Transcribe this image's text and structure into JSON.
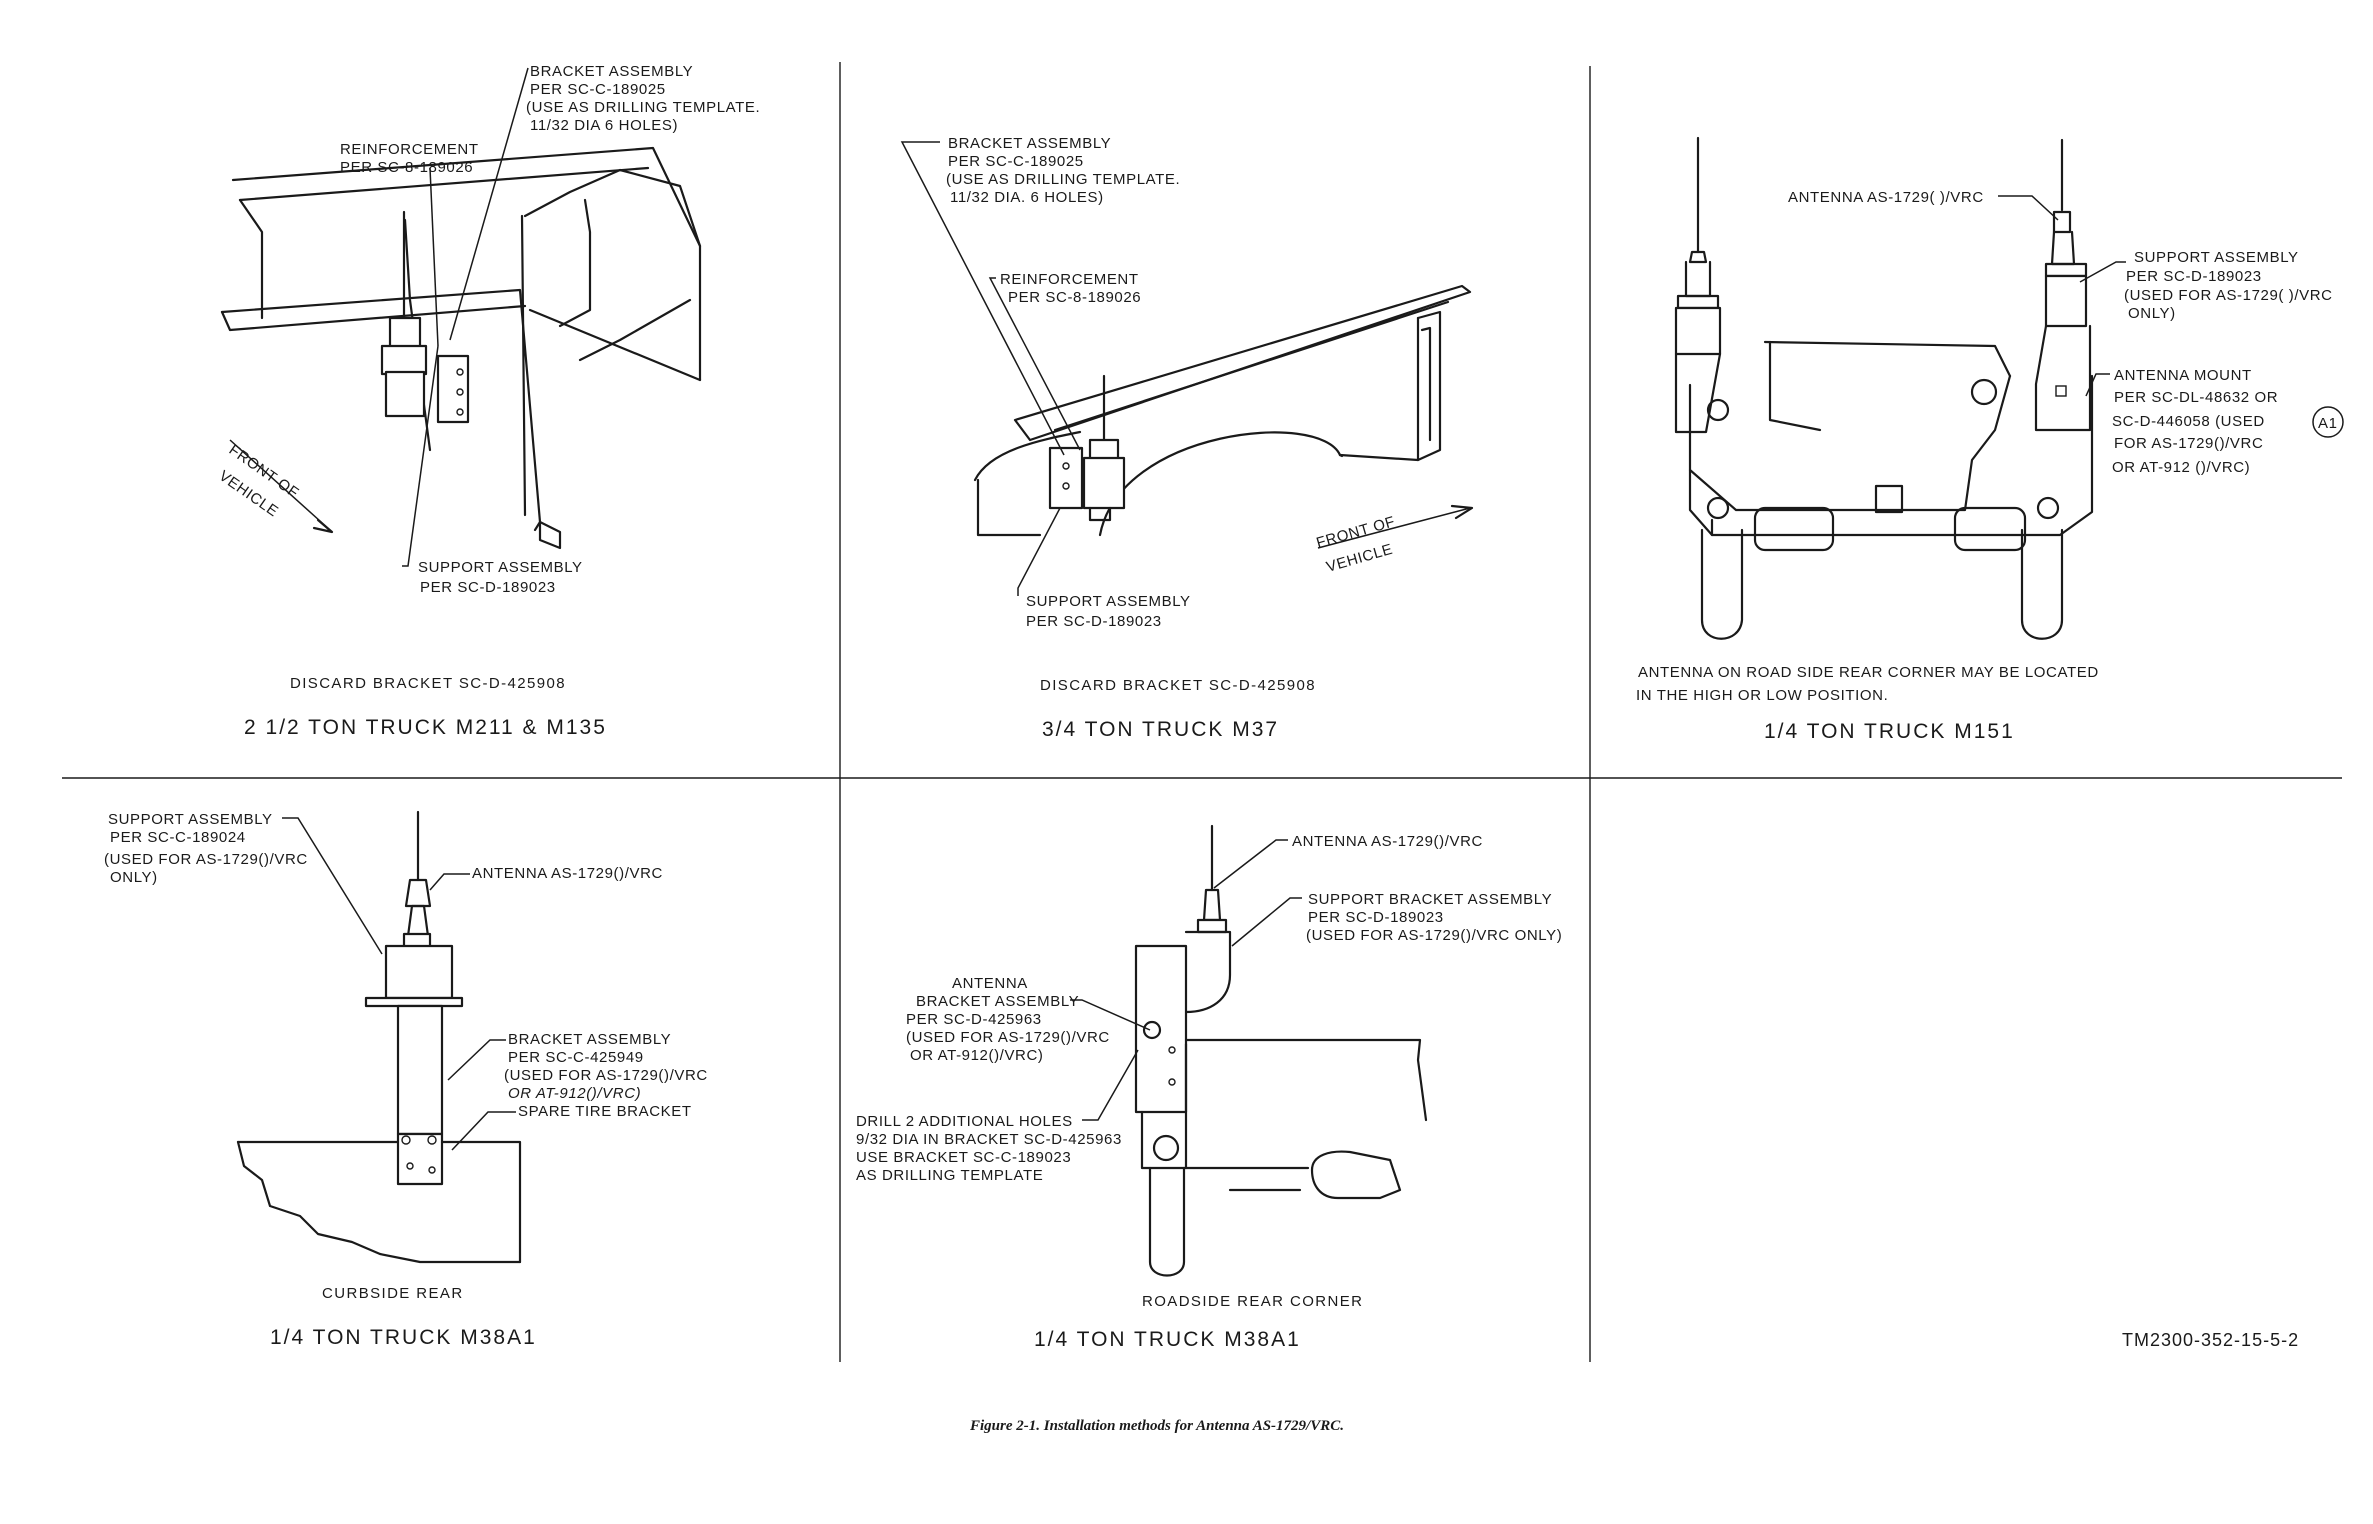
{
  "panels": {
    "p1": {
      "bracket_callout": [
        "BRACKET ASSEMBLY",
        "PER SC-C-189025",
        "(USE AS DRILLING TEMPLATE.",
        "11/32 DIA  6 HOLES)"
      ],
      "reinforcement_callout": [
        "REINFORCEMENT",
        "PER SC-8-189026"
      ],
      "front_label": [
        "FRONT OF",
        "VEHICLE"
      ],
      "support_callout": [
        "SUPPORT ASSEMBLY",
        "PER SC-D-189023"
      ],
      "discard_note": "DISCARD BRACKET SC-D-425908",
      "caption": "2 1/2 TON TRUCK M211 & M135"
    },
    "p2": {
      "bracket_callout": [
        "BRACKET ASSEMBLY",
        "PER SC-C-189025",
        "(USE AS DRILLING TEMPLATE.",
        "11/32 DIA. 6 HOLES)"
      ],
      "reinforcement_callout": [
        "REINFORCEMENT",
        "PER SC-8-189026"
      ],
      "front_label": [
        "FRONT OF",
        "VEHICLE"
      ],
      "support_callout": [
        "SUPPORT ASSEMBLY",
        "PER SC-D-189023"
      ],
      "discard_note": "DISCARD BRACKET SC-D-425908",
      "caption": "3/4 TON TRUCK M37"
    },
    "p3": {
      "antenna_callout": "ANTENNA AS-1729( )/VRC",
      "support_callout": [
        "SUPPORT ASSEMBLY",
        "PER SC-D-189023",
        "(USED FOR AS-1729( )/VRC",
        "ONLY)"
      ],
      "mount_callout": [
        "ANTENNA MOUNT",
        "PER SC-DL-48632 OR",
        "SC-D-446058 (USED",
        "FOR AS-1729()/VRC",
        "OR AT-912 ()/VRC)"
      ],
      "revision_mark": "A1",
      "note": [
        "ANTENNA ON ROAD SIDE REAR CORNER MAY BE LOCATED",
        "IN THE HIGH OR LOW POSITION."
      ],
      "caption": "1/4 TON TRUCK M151"
    },
    "p4": {
      "support_callout": [
        "SUPPORT ASSEMBLY",
        "PER SC-C-189024",
        "(USED FOR AS-1729()/VRC",
        "ONLY)"
      ],
      "antenna_callout": "ANTENNA AS-1729()/VRC",
      "bracket_callout": [
        "BRACKET ASSEMBLY",
        "PER SC-C-425949",
        "(USED FOR AS-1729()/VRC",
        "OR AT-912()/VRC)"
      ],
      "spare_tire_callout": "SPARE TIRE BRACKET",
      "sub_caption": "CURBSIDE  REAR",
      "caption": "1/4 TON TRUCK M38A1"
    },
    "p5": {
      "antenna_callout": "ANTENNA AS-1729()/VRC",
      "support_callout": [
        "SUPPORT BRACKET ASSEMBLY",
        "PER SC-D-189023",
        "(USED FOR AS-1729()/VRC ONLY)"
      ],
      "bracket_callout": [
        "ANTENNA",
        "BRACKET ASSEMBLY",
        "PER SC-D-425963",
        "(USED FOR AS-1729()/VRC",
        "OR AT-912()/VRC)"
      ],
      "drill_callout": [
        "DRILL 2 ADDITIONAL HOLES",
        "9/32 DIA IN BRACKET SC-D-425963",
        "USE BRACKET SC-C-189023",
        "AS DRILLING TEMPLATE"
      ],
      "sub_caption": "ROADSIDE  REAR  CORNER",
      "caption": "1/4 TON TRUCK M38A1"
    }
  },
  "drawing_number": "TM2300-352-15-5-2",
  "figure_caption": "Figure 2-1. Installation methods for Antenna AS-1729/VRC."
}
